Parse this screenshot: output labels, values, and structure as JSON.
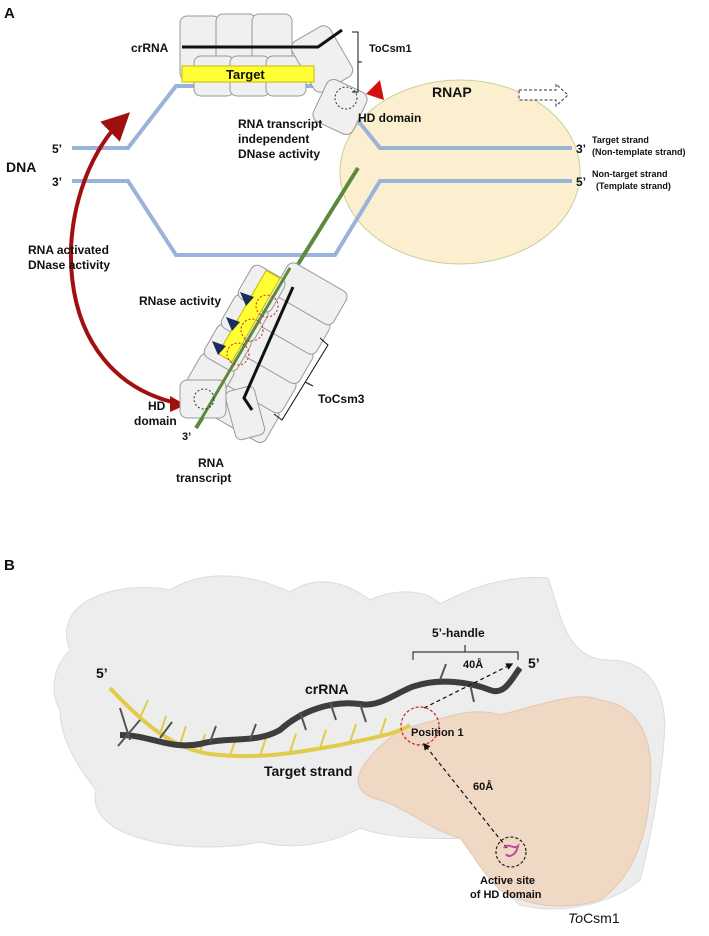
{
  "panel_a": {
    "label": "A",
    "crrna": "crRNA",
    "target": "Target",
    "tocsm1": "ToCsm1",
    "rnap": "RNAP",
    "hd_domain_top": "HD domain",
    "rna_transcript_independent": [
      "RNA transcript",
      "independent",
      "DNase activity"
    ],
    "five_prime": "5’",
    "three_prime": "3’",
    "dna": "DNA",
    "target_strand": "Target strand",
    "non_template_strand": "(Non-template strand)",
    "non_target_strand": "Non-target strand",
    "template_strand": "(Template strand)",
    "rna_activated": [
      "RNA activated",
      "DNase activity"
    ],
    "rnase_activity": "RNase activity",
    "hd_domain_bottom": [
      "HD",
      "domain"
    ],
    "tocsm3": "ToCsm3",
    "rna_transcript": [
      "RNA",
      "transcript"
    ],
    "colors": {
      "dna_strand": "#9ab3d9",
      "rna_transcript": "#5c8a3a",
      "rnap_fill": "#fbefd0",
      "target_fill": "#ffff33",
      "activity_arrow": "#a11010",
      "cleavage_marker": "#1a2d5c",
      "protein_subunit": "#f0f0f0"
    }
  },
  "panel_b": {
    "label": "B",
    "five_prime_left": "5’",
    "five_prime_right": "5’",
    "handle": "5’-handle",
    "crrna": "crRNA",
    "dist_40": "40Å",
    "position_1": "Position 1",
    "dist_60": "60Å",
    "target_strand": "Target strand",
    "active_site": [
      "Active site",
      "of HD domain"
    ],
    "tocsm1_prefix": "To",
    "tocsm1_suffix": "Csm1",
    "colors": {
      "protein_surface": "#e8e8e8",
      "hd_region": "#efd8c4",
      "crrna_backbone": "#444444",
      "target_backbone": "#e0cc4a",
      "marker": "#cc2222"
    }
  }
}
